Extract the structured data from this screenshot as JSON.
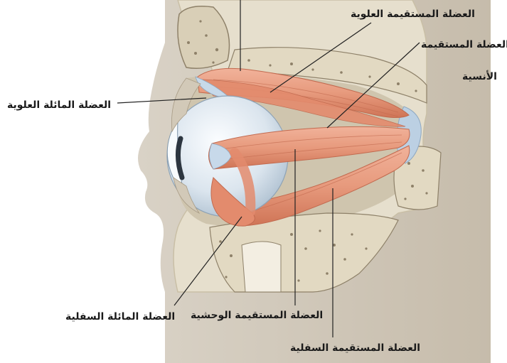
{
  "labels": {
    "superior_rectus": "العضلة المستقيمة العلوية",
    "lateral_rectus_line1": "العضلة المستقيمة",
    "lateral_rectus_line2": "الأنسية",
    "superior_oblique": "العضلة المائلة العلوية",
    "inferior_oblique": "العضلة المائلة السفلية",
    "medial_rectus": "العضلة المستقيمة الوحشية",
    "inferior_rectus": "العضلة المستقيمة السفلية"
  },
  "colors": {
    "bone": "#e6dfcd",
    "bone_shadow": "#c9bfa6",
    "skin": "#d8d2c6",
    "muscle": "#e79a7d",
    "muscle_dark": "#d67c5f",
    "tendon": "#c7d9ea",
    "eyeball": "#e8eef3",
    "leader_line": "#222222"
  }
}
